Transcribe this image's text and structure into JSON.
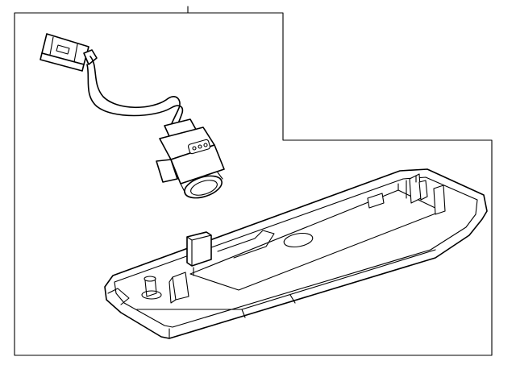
{
  "diagram": {
    "parts": [
      {
        "id": "wire-harness",
        "icon": "wire-harness-icon"
      },
      {
        "id": "bulb-socket",
        "icon": "bulb-socket-icon"
      },
      {
        "id": "lamp-housing",
        "icon": "lamp-housing-icon"
      }
    ],
    "line_color": "#000000",
    "background": "#ffffff"
  }
}
